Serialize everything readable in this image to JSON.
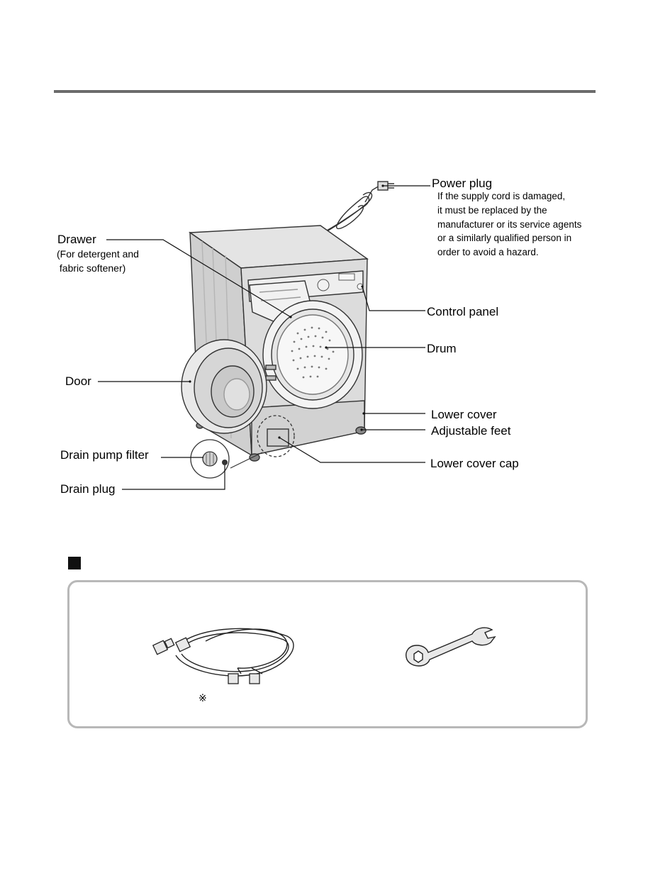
{
  "labels": {
    "power_plug": "Power plug",
    "drawer": "Drawer",
    "drawer_sub": [
      "(For detergent and",
      " fabric softener)"
    ],
    "control_panel": "Control panel",
    "drum": "Drum",
    "door": "Door",
    "lower_cover": "Lower cover",
    "adjustable_feet": "Adjustable feet",
    "drain_pump_filter": "Drain pump filter",
    "lower_cover_cap": "Lower cover cap",
    "drain_plug": "Drain plug"
  },
  "power_plug_note": [
    "If the supply cord is damaged,",
    "it must be replaced by the",
    "manufacturer or its service agents",
    "or a similarly qualified person in",
    "order to avoid a hazard."
  ],
  "accessories": {
    "reference_mark": "※"
  },
  "icons": [
    "washing-machine-illustration",
    "inlet-hose-icon",
    "spanner-icon"
  ]
}
